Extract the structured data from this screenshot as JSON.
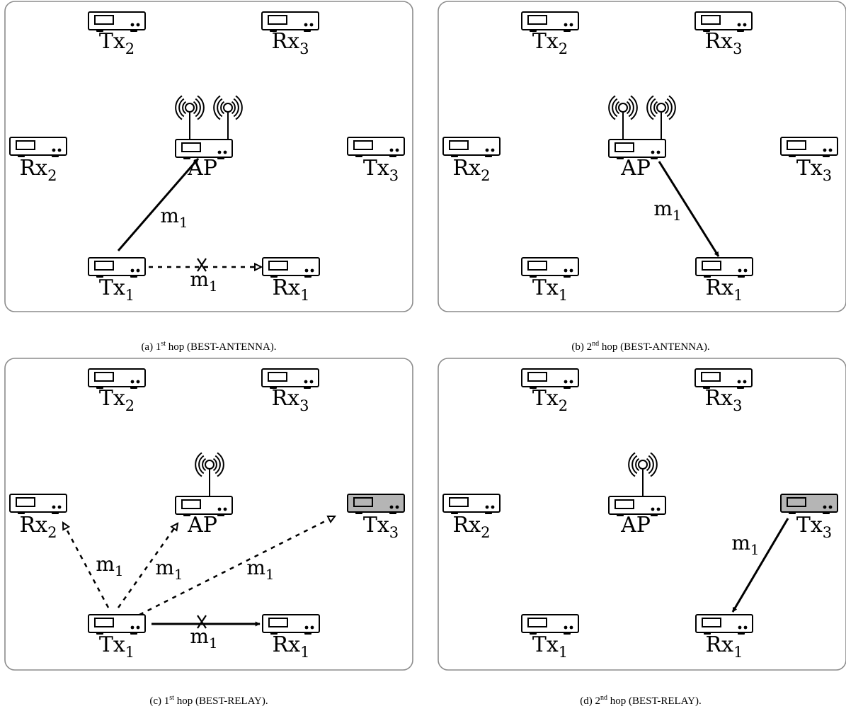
{
  "panels": [
    {
      "id": "a",
      "caption": {
        "tag": "(a)",
        "num": "1",
        "sup": "st",
        "word": "hop",
        "mode": "BEST-ANTENNA"
      },
      "ap_antennas": 2,
      "nodes": [
        {
          "key": "tx2",
          "base": "Tx",
          "sub": "2",
          "shaded": false
        },
        {
          "key": "rx3",
          "base": "Rx",
          "sub": "3",
          "shaded": false
        },
        {
          "key": "rx2",
          "base": "Rx",
          "sub": "2",
          "shaded": false
        },
        {
          "key": "tx3",
          "base": "Tx",
          "sub": "3",
          "shaded": false
        },
        {
          "key": "tx1",
          "base": "Tx",
          "sub": "1",
          "shaded": false
        },
        {
          "key": "rx1",
          "base": "Rx",
          "sub": "1",
          "shaded": false
        }
      ],
      "ap_label": "AP",
      "links": [
        {
          "from": "tx1",
          "to": "ap",
          "style": "solid",
          "label_base": "m",
          "label_sub": "1",
          "blocked": false
        },
        {
          "from": "tx1",
          "to": "rx1",
          "style": "dashed",
          "label_base": "m",
          "label_sub": "1",
          "blocked": true
        }
      ]
    },
    {
      "id": "b",
      "caption": {
        "tag": "(b)",
        "num": "2",
        "sup": "nd",
        "word": "hop",
        "mode": "BEST-ANTENNA"
      },
      "ap_antennas": 2,
      "nodes": [
        {
          "key": "tx2",
          "base": "Tx",
          "sub": "2",
          "shaded": false
        },
        {
          "key": "rx3",
          "base": "Rx",
          "sub": "3",
          "shaded": false
        },
        {
          "key": "rx2",
          "base": "Rx",
          "sub": "2",
          "shaded": false
        },
        {
          "key": "tx3",
          "base": "Tx",
          "sub": "3",
          "shaded": false
        },
        {
          "key": "tx1",
          "base": "Tx",
          "sub": "1",
          "shaded": false
        },
        {
          "key": "rx1",
          "base": "Rx",
          "sub": "1",
          "shaded": false
        }
      ],
      "ap_label": "AP",
      "links": [
        {
          "from": "ap",
          "to": "rx1",
          "style": "solid",
          "label_base": "m",
          "label_sub": "1",
          "blocked": false
        }
      ]
    },
    {
      "id": "c",
      "caption": {
        "tag": "(c)",
        "num": "1",
        "sup": "st",
        "word": "hop",
        "mode": "BEST-RELAY"
      },
      "ap_antennas": 1,
      "nodes": [
        {
          "key": "tx2",
          "base": "Tx",
          "sub": "2",
          "shaded": false
        },
        {
          "key": "rx3",
          "base": "Rx",
          "sub": "3",
          "shaded": false
        },
        {
          "key": "rx2",
          "base": "Rx",
          "sub": "2",
          "shaded": false
        },
        {
          "key": "tx3",
          "base": "Tx",
          "sub": "3",
          "shaded": true
        },
        {
          "key": "tx1",
          "base": "Tx",
          "sub": "1",
          "shaded": false
        },
        {
          "key": "rx1",
          "base": "Rx",
          "sub": "1",
          "shaded": false
        }
      ],
      "ap_label": "AP",
      "links": [
        {
          "from": "tx1",
          "to": "rx2",
          "style": "dashed",
          "label_base": "m",
          "label_sub": "1",
          "blocked": false
        },
        {
          "from": "tx1",
          "to": "ap",
          "style": "dashed",
          "label_base": "m",
          "label_sub": "1",
          "blocked": false
        },
        {
          "from": "tx1",
          "to": "tx3",
          "style": "dashed",
          "label_base": "m",
          "label_sub": "1",
          "blocked": false
        },
        {
          "from": "tx1",
          "to": "rx1",
          "style": "solid",
          "label_base": "m",
          "label_sub": "1",
          "blocked": true
        }
      ]
    },
    {
      "id": "d",
      "caption": {
        "tag": "(d)",
        "num": "2",
        "sup": "nd",
        "word": "hop",
        "mode": "BEST-RELAY"
      },
      "ap_antennas": 1,
      "nodes": [
        {
          "key": "tx2",
          "base": "Tx",
          "sub": "2",
          "shaded": false
        },
        {
          "key": "rx3",
          "base": "Rx",
          "sub": "3",
          "shaded": false
        },
        {
          "key": "rx2",
          "base": "Rx",
          "sub": "2",
          "shaded": false
        },
        {
          "key": "tx3",
          "base": "Tx",
          "sub": "3",
          "shaded": true
        },
        {
          "key": "tx1",
          "base": "Tx",
          "sub": "1",
          "shaded": false
        },
        {
          "key": "rx1",
          "base": "Rx",
          "sub": "1",
          "shaded": false
        }
      ],
      "ap_label": "AP",
      "links": [
        {
          "from": "tx3",
          "to": "rx1",
          "style": "solid",
          "label_base": "m",
          "label_sub": "1",
          "blocked": false
        }
      ]
    }
  ]
}
